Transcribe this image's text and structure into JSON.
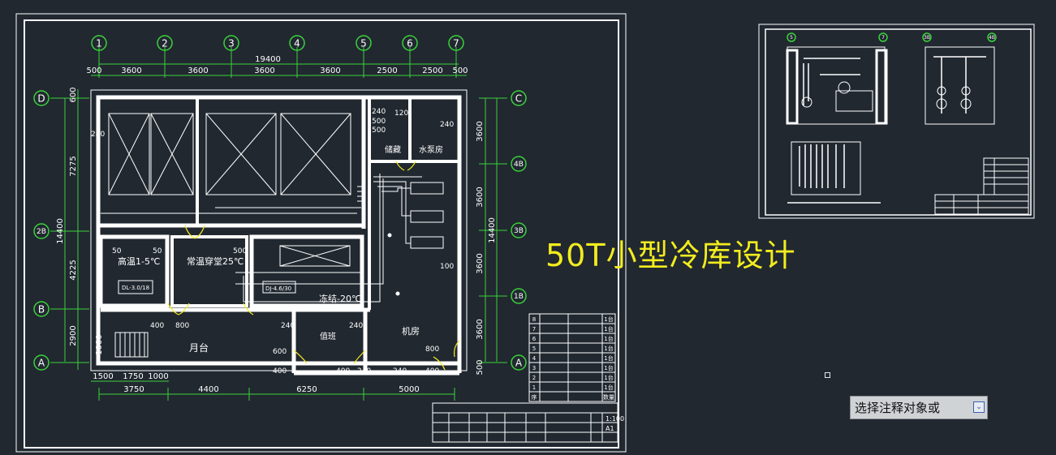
{
  "drawing_title": "50T小型冷库设计",
  "command_prompt": "选择注释对象或",
  "icons": {
    "dropdown": "chevron-down-icon"
  },
  "colors": {
    "background": "#212830",
    "frame": "#ffffff",
    "grid_bubble": "#3ad23a",
    "dimension": "#3ad23a",
    "title_text": "#f2ec1e",
    "door_arc": "#f2ec1e"
  },
  "axes_top": [
    "1",
    "2",
    "3",
    "4",
    "5",
    "6",
    "7"
  ],
  "axes_left": [
    "D",
    "2B",
    "B",
    "A"
  ],
  "axes_right": [
    "C",
    "4B",
    "3B",
    "1B",
    "A"
  ],
  "dims_top_total": "19400",
  "dims_top": [
    "500",
    "3600",
    "3600",
    "3600",
    "3600",
    "2500",
    "2500",
    "500"
  ],
  "dims_left_total": "14400",
  "dims_left": [
    "600",
    "7275",
    "4225",
    "2900",
    "1000"
  ],
  "dims_right_total": "14400",
  "dims_right": [
    "3600",
    "3600",
    "3600",
    "3600",
    "500"
  ],
  "dims_bottom_row1": [
    "1500",
    "1750",
    "1000"
  ],
  "dims_bottom_row2": [
    "3750",
    "4400",
    "6250",
    "5000"
  ],
  "room_labels": {
    "high_temp": "高温1-5℃",
    "normal": "常温穿堂25℃",
    "low_temp": "冻结-20℃",
    "machine": "机房",
    "pump": "水泵房",
    "storage": "储藏",
    "duty": "值班",
    "platform": "月台"
  },
  "equipment_tags": [
    "DL-3.0/18",
    "DJ-4.6/30"
  ],
  "interior_dims": [
    "240",
    "120",
    "500",
    "240",
    "240",
    "500",
    "50",
    "500",
    "50",
    "400",
    "800",
    "240",
    "240",
    "600",
    "400",
    "400",
    "240",
    "800",
    "400",
    "240",
    "100"
  ],
  "legend_rows": [
    {
      "no": "8",
      "qty": "1台"
    },
    {
      "no": "7",
      "qty": "1台"
    },
    {
      "no": "6",
      "qty": "1台"
    },
    {
      "no": "5",
      "qty": "1台"
    },
    {
      "no": "4",
      "qty": "1台"
    },
    {
      "no": "3",
      "qty": "1台"
    },
    {
      "no": "2",
      "qty": "1台"
    },
    {
      "no": "1",
      "qty": "1台"
    },
    {
      "no": "序",
      "qty": "数量"
    }
  ],
  "title_block": {
    "sheet": "A1",
    "scale": "1:100"
  },
  "side_sheet": {
    "bubbles_top": [
      "5",
      "7",
      "3B",
      "4B"
    ]
  }
}
